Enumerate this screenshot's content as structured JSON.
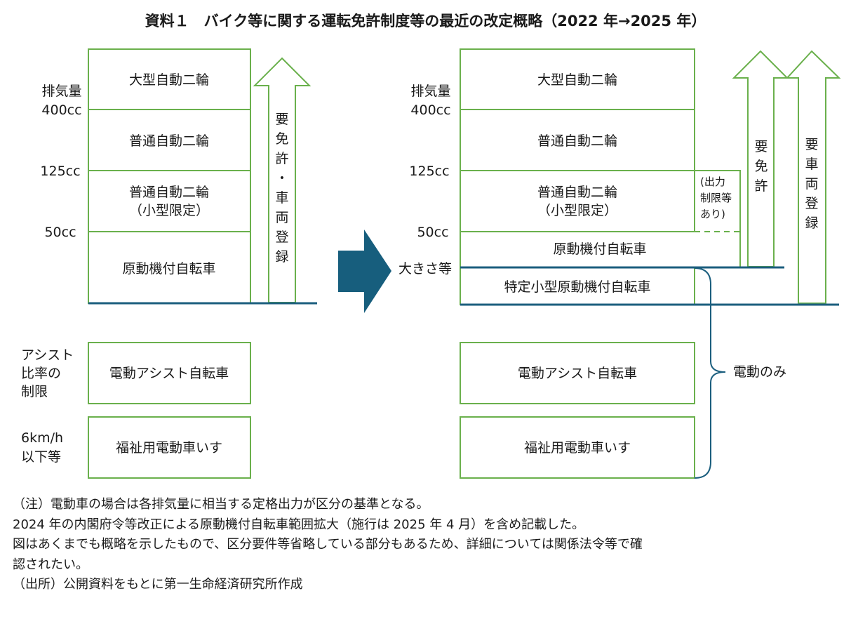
{
  "title": "資料１　バイク等に関する運転免許制度等の最近の改定概略（2022 年→2025 年）",
  "colors": {
    "box_border": "#6ab04c",
    "baseline": "#1b5e7e",
    "arrow_fill": "#175e7d",
    "text": "#1a1a1a"
  },
  "left": {
    "axis_labels": [
      "排気量",
      "400cc",
      "125cc",
      "50cc"
    ],
    "boxes": [
      "大型自動二輪",
      "普通自動二輪",
      "普通自動二輪",
      "（小型限定）",
      "原動機付自転車"
    ],
    "arrow_label": [
      "要",
      "免",
      "許",
      "・",
      "車",
      "両",
      "登",
      "録"
    ],
    "assist_label": [
      "アシスト",
      "比率の",
      "制限"
    ],
    "assist_box": "電動アシスト自転車",
    "wheelchair_label": [
      "6km/h",
      "以下等"
    ],
    "wheelchair_box": "福祉用電動車いす"
  },
  "right": {
    "axis_labels": [
      "排気量",
      "400cc",
      "125cc",
      "50cc",
      "大きさ等"
    ],
    "boxes": [
      "大型自動二輪",
      "普通自動二輪",
      "普通自動二輪",
      "（小型限定）",
      "原動機付自転車",
      "特定小型原動機付自転車"
    ],
    "output_limit_note": [
      "(出力",
      "制限等",
      "あり)"
    ],
    "license_arrow_label": [
      "要",
      "免",
      "許"
    ],
    "registration_arrow_label": [
      "要",
      "車",
      "両",
      "登",
      "録"
    ],
    "assist_box": "電動アシスト自転車",
    "wheelchair_box": "福祉用電動車いす",
    "brace_label": "電動のみ"
  },
  "transition_arrow": "right-arrow-icon",
  "notes": [
    "（注）電動車の場合は各排気量に相当する定格出力が区分の基準となる。",
    "2024 年の内閣府令等改正による原動機付自転車範囲拡大（施行は 2025 年 4 月）を含め記載した。",
    "図はあくまでも概略を示したもので、区分要件等省略している部分もあるため、詳細については関係法令等で確",
    "認されたい。",
    "（出所）公開資料をもとに第一生命経済研究所作成"
  ]
}
